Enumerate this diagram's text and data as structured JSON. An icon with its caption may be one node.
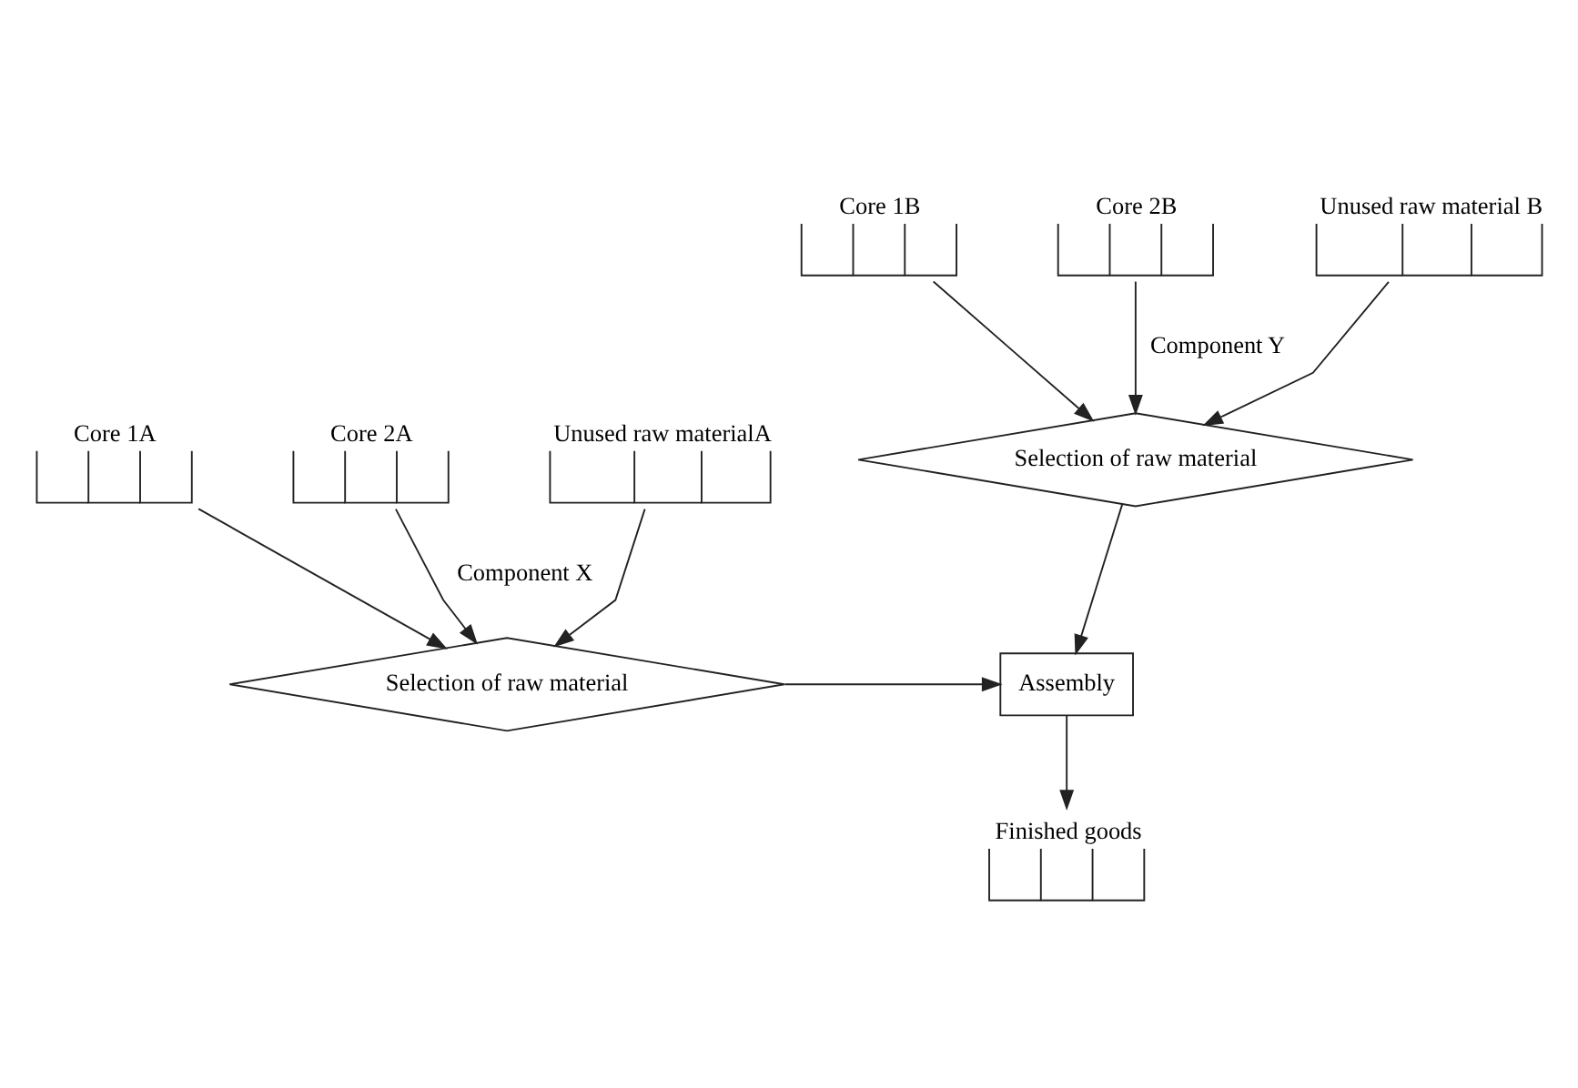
{
  "diagram": {
    "nodes": [
      {
        "text": [
          "Core 1B"
        ]
      },
      {
        "text": [
          "Core 2B"
        ]
      },
      {
        "text": [
          "Unused raw material B"
        ]
      },
      {
        "text": [
          "Core 1A"
        ]
      },
      {
        "text": [
          "Selection of raw material"
        ]
      },
      {
        "text": [
          "Core 2A"
        ]
      },
      {
        "text": [
          "Selection of raw material"
        ]
      },
      {
        "text": [
          "Assembly"
        ]
      },
      {
        "text": [
          "Unused raw materialA"
        ]
      },
      {
        "text": [
          "Finished goods"
        ]
      }
    ],
    "edges": [
      {
        "from": 0,
        "to": 4,
        "arrow": "to"
      },
      {
        "from": 1,
        "to": 4,
        "arrow": "to",
        "label": "Component Y"
      },
      {
        "from": 2,
        "to": 4,
        "arrow": "to"
      },
      {
        "from": 3,
        "to": 6,
        "arrow": "to"
      },
      {
        "from": 5,
        "to": 6,
        "arrow": "to",
        "label": "Component X"
      },
      {
        "from": 8,
        "to": 6,
        "arrow": "to"
      },
      {
        "from": 4,
        "to": 7,
        "arrow": "to"
      },
      {
        "from": 6,
        "to": 7,
        "arrow": "to"
      },
      {
        "from": 7,
        "to": 9,
        "arrow": "to"
      }
    ]
  }
}
